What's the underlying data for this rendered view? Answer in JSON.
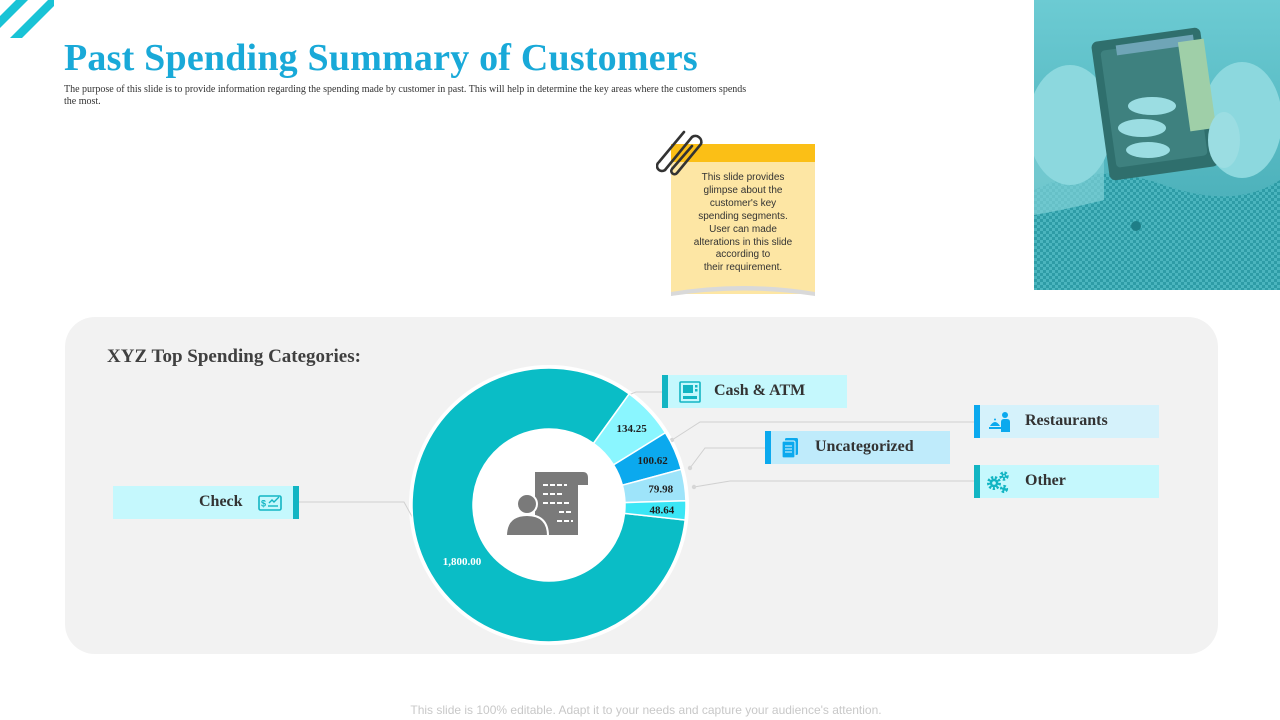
{
  "header": {
    "title": "Past Spending Summary of  Customers",
    "subtitle": "The purpose of this slide is to provide information  regarding  the spending made by customer in past. This will help in determine the key areas where  the customers spends  the most."
  },
  "note": {
    "lines": [
      "This slide provides",
      "glimpse about the",
      "customer's key",
      "spending segments.",
      "User can made",
      "alterations in this slide",
      "according to",
      "their requirement."
    ]
  },
  "footer": {
    "text": "This slide is 100% editable. Adapt it to your needs and capture your audience's attention."
  },
  "colors": {
    "title": "#19A9D8",
    "accent": "#0BBCC8",
    "note_band": "#FBBF16",
    "note_paper": "#FDE6A4",
    "panel": "#F2F2F2"
  },
  "chart_data": {
    "type": "pie",
    "title": "XYZ Top Spending  Categories:",
    "categories": [
      "Check",
      "Cash & ATM",
      "Uncategorized",
      "Restaurants",
      "Other"
    ],
    "values": [
      1800.0,
      134.25,
      100.62,
      79.98,
      48.64
    ],
    "value_labels": [
      "1,800.00",
      "134.25",
      "100.62",
      "79.98",
      "48.64"
    ],
    "colors": [
      "#0ABDC6",
      "#8AF6FF",
      "#0BA9EE",
      "#9EE4FA",
      "#3BE6F5"
    ],
    "legend": [
      {
        "label": "Check",
        "icon": "check-icon",
        "box": "#C5F8FD",
        "bar": "#12B5C3"
      },
      {
        "label": "Cash & ATM",
        "icon": "atm-icon",
        "box": "#C5F8FD",
        "bar": "#12B5C3"
      },
      {
        "label": "Uncategorized",
        "icon": "document-icon",
        "box": "#BFEBFB",
        "bar": "#0BA9EE"
      },
      {
        "label": "Restaurants",
        "icon": "restaurant-icon",
        "box": "#D5F2FB",
        "bar": "#0BA9EE"
      },
      {
        "label": "Other",
        "icon": "gears-icon",
        "box": "#C5F8FD",
        "bar": "#12B5C3"
      }
    ],
    "center_icon": "contract-icon",
    "donut": true
  }
}
